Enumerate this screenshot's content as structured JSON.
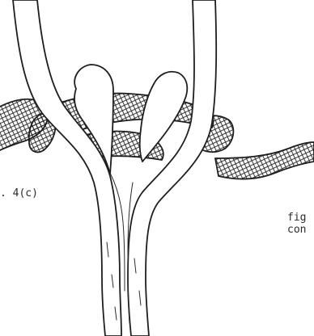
{
  "captions": {
    "left": ". 4(c)",
    "right_line1": "fig",
    "right_line2": "con"
  },
  "colors": {
    "ink": "#1e1e1e",
    "paper": "#ffffff"
  }
}
